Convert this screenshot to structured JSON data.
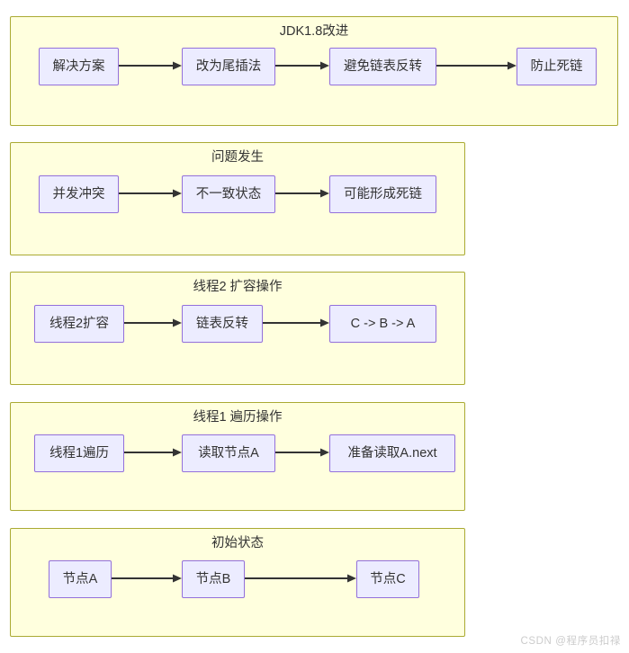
{
  "diagram": {
    "type": "flowchart",
    "title_watermark": "CSDN @程序员扣禄",
    "colors": {
      "subgraph_fill": "#FFFFDE",
      "subgraph_border": "#AAAA33",
      "node_fill": "#ECECFF",
      "node_border": "#9370DB",
      "edge": "#333333",
      "text": "#333333",
      "watermark": "#CCCCCC"
    },
    "groups": [
      {
        "id": "jdk18",
        "title": "JDK1.8改进",
        "nodes": [
          {
            "label": "解决方案"
          },
          {
            "label": "改为尾插法"
          },
          {
            "label": "避免链表反转"
          },
          {
            "label": "防止死链"
          }
        ],
        "edges": [
          {
            "from": "解决方案",
            "to": "改为尾插法"
          },
          {
            "from": "改为尾插法",
            "to": "避免链表反转"
          },
          {
            "from": "避免链表反转",
            "to": "防止死链"
          }
        ]
      },
      {
        "id": "problem",
        "title": "问题发生",
        "nodes": [
          {
            "label": "并发冲突"
          },
          {
            "label": "不一致状态"
          },
          {
            "label": "可能形成死链"
          }
        ],
        "edges": [
          {
            "from": "并发冲突",
            "to": "不一致状态"
          },
          {
            "from": "不一致状态",
            "to": "可能形成死链"
          }
        ]
      },
      {
        "id": "thread2",
        "title": "线程2 扩容操作",
        "nodes": [
          {
            "label": "线程2扩容"
          },
          {
            "label": "链表反转"
          },
          {
            "label": "C -> B -> A"
          }
        ],
        "edges": [
          {
            "from": "线程2扩容",
            "to": "链表反转"
          },
          {
            "from": "链表反转",
            "to": "C -> B -> A"
          }
        ]
      },
      {
        "id": "thread1",
        "title": "线程1 遍历操作",
        "nodes": [
          {
            "label": "线程1遍历"
          },
          {
            "label": "读取节点A"
          },
          {
            "label": "准备读取A.next"
          }
        ],
        "edges": [
          {
            "from": "线程1遍历",
            "to": "读取节点A"
          },
          {
            "from": "读取节点A",
            "to": "准备读取A.next"
          }
        ]
      },
      {
        "id": "initial",
        "title": "初始状态",
        "nodes": [
          {
            "label": "节点A"
          },
          {
            "label": "节点B"
          },
          {
            "label": "节点C"
          }
        ],
        "edges": [
          {
            "from": "节点A",
            "to": "节点B"
          },
          {
            "from": "节点B",
            "to": "节点C"
          }
        ]
      }
    ]
  }
}
